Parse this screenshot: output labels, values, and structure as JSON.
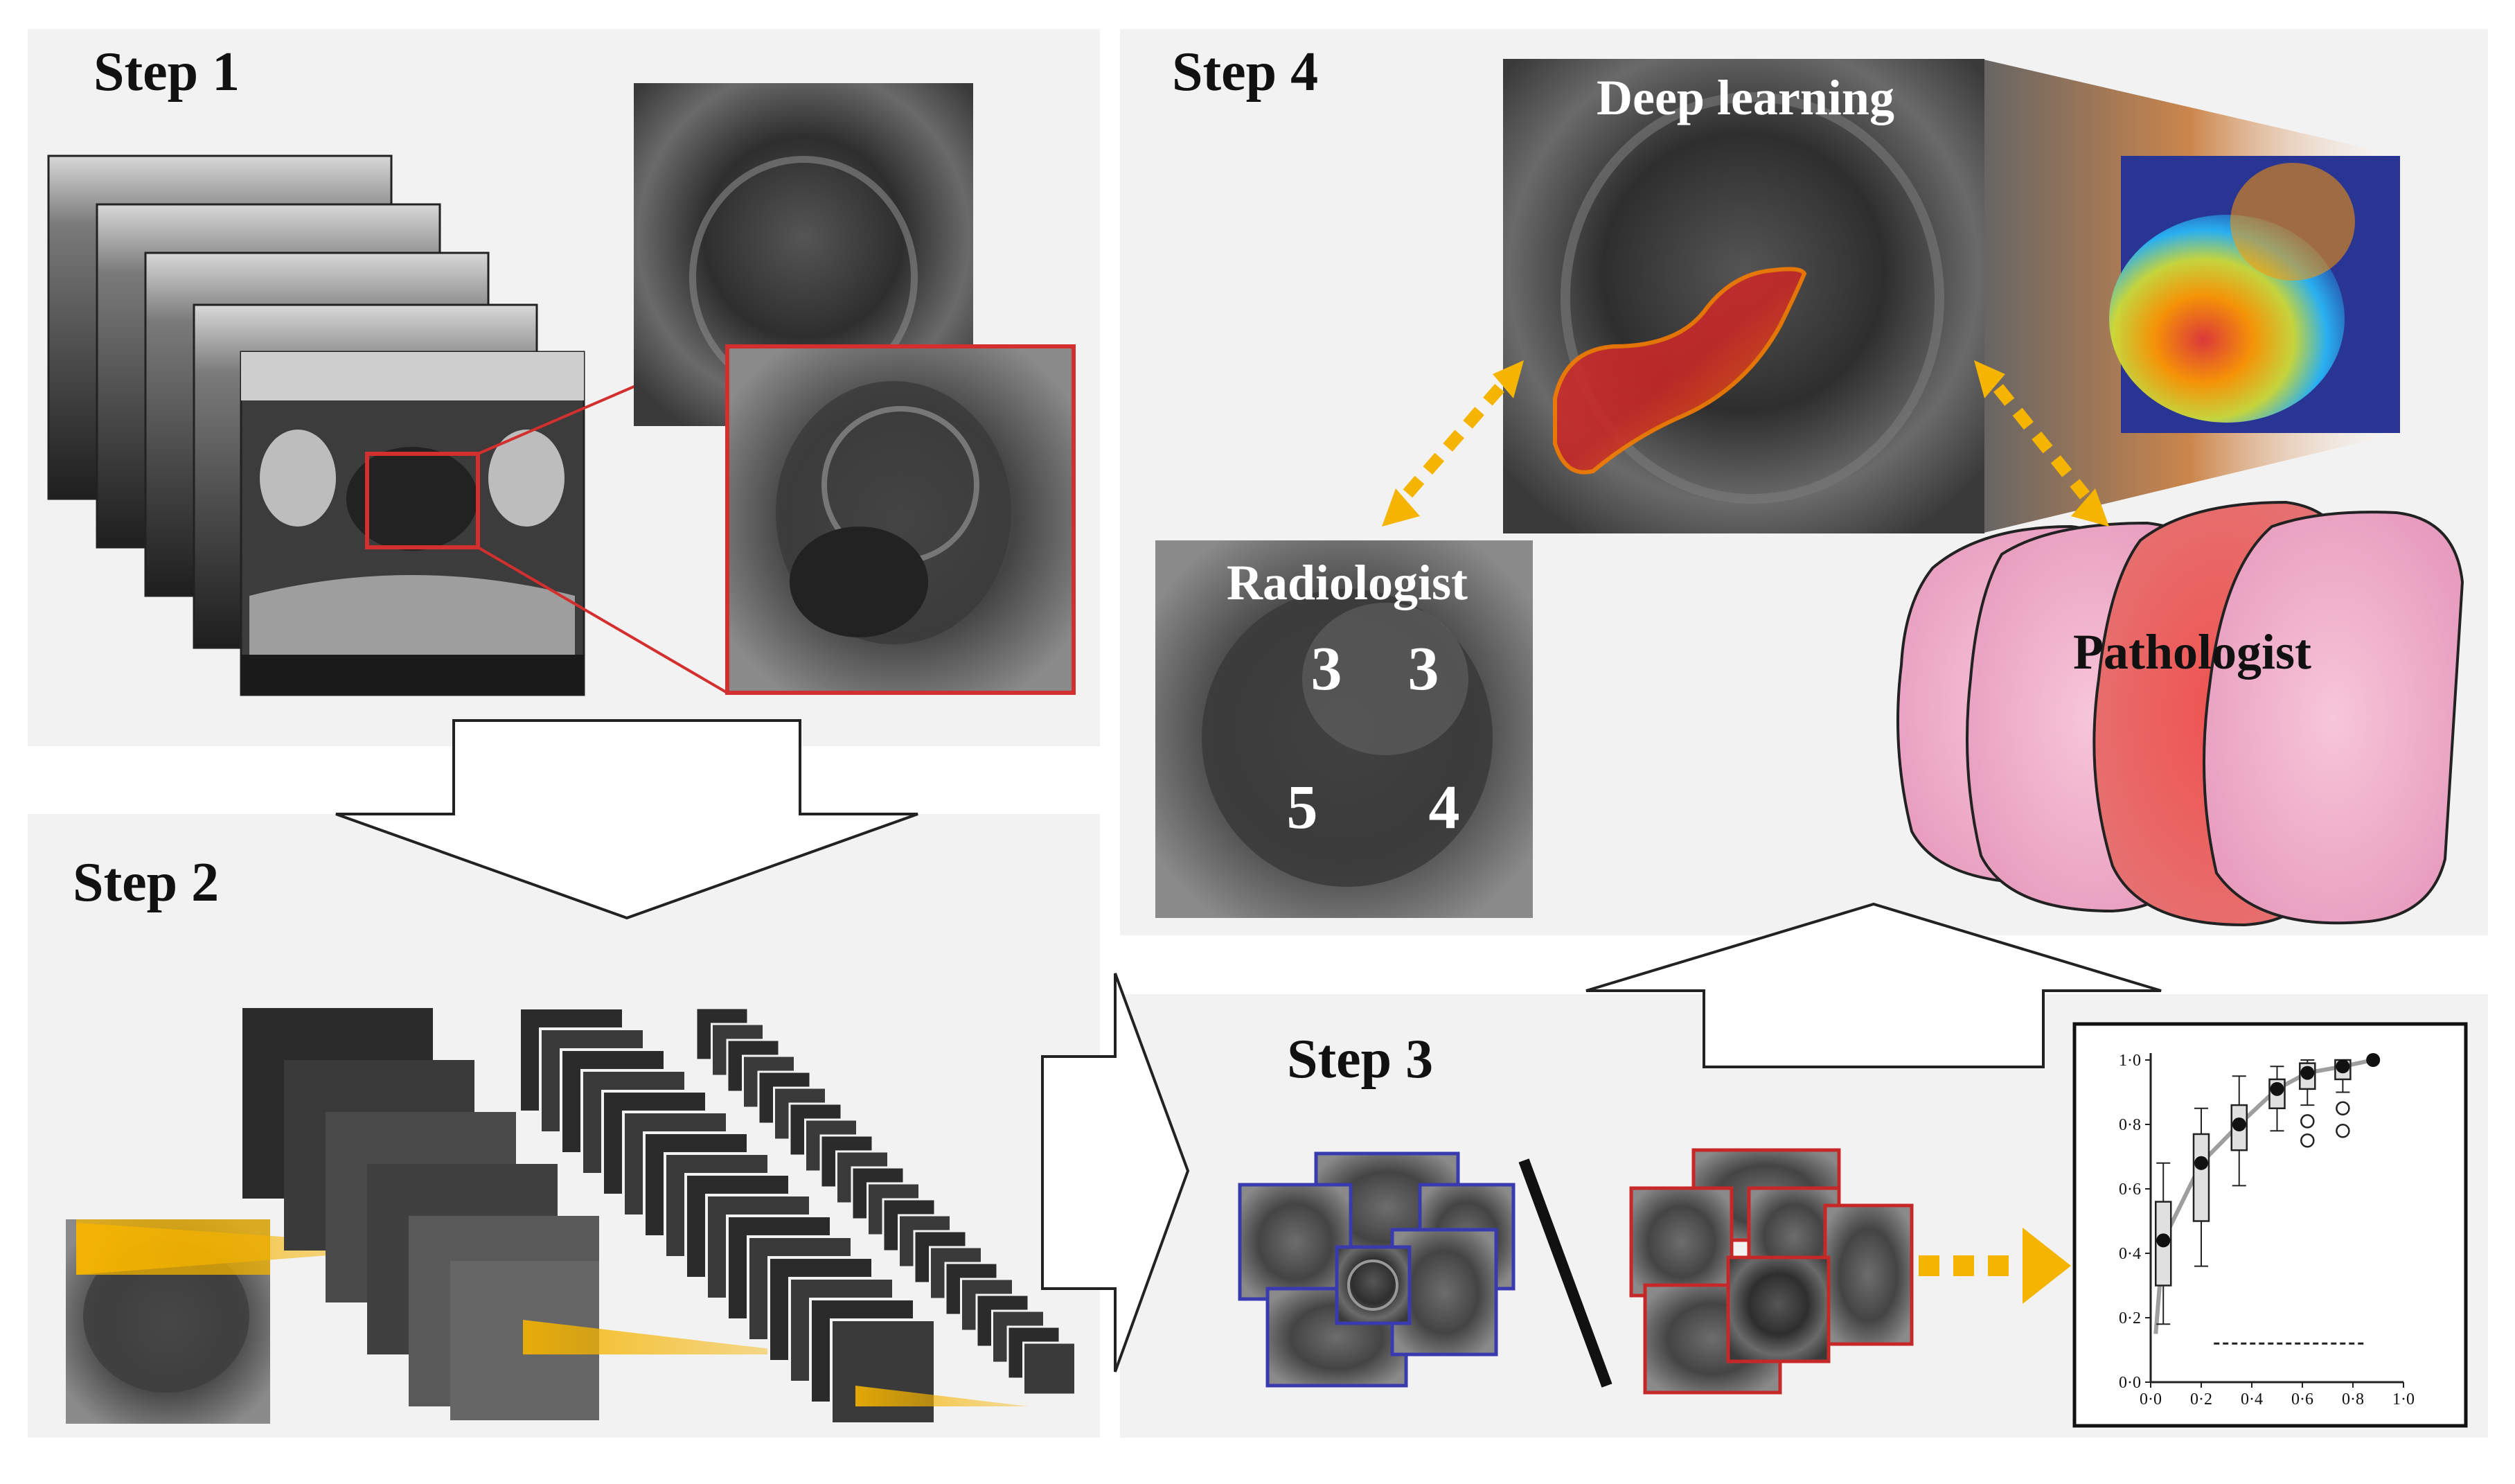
{
  "steps": {
    "step1": "Step 1",
    "step2": "Step 2",
    "step3": "Step 3",
    "step4": "Step 4"
  },
  "roles": {
    "deep_learning": "Deep learning",
    "radiologist": "Radiologist",
    "pathologist": "Pathologist"
  },
  "radiologist_scores": [
    "3",
    "3",
    "5",
    "4"
  ],
  "chart_data": {
    "type": "scatter",
    "x_ticks": [
      "0·0",
      "0·2",
      "0·4",
      "0·6",
      "0·8",
      "1·0"
    ],
    "y_ticks": [
      "0·0",
      "0·2",
      "0·4",
      "0·6",
      "0·8",
      "1·0"
    ],
    "xlim": [
      0,
      1
    ],
    "ylim": [
      0,
      1
    ],
    "points": [
      {
        "x": 0.05,
        "y": 0.44,
        "q1": 0.3,
        "q3": 0.56,
        "lo": 0.18,
        "hi": 0.68
      },
      {
        "x": 0.2,
        "y": 0.68,
        "q1": 0.5,
        "q3": 0.77,
        "lo": 0.36,
        "hi": 0.85
      },
      {
        "x": 0.35,
        "y": 0.8,
        "q1": 0.72,
        "q3": 0.86,
        "lo": 0.61,
        "hi": 0.95
      },
      {
        "x": 0.5,
        "y": 0.91,
        "q1": 0.85,
        "q3": 0.94,
        "lo": 0.78,
        "hi": 0.98
      },
      {
        "x": 0.62,
        "y": 0.96,
        "q1": 0.91,
        "q3": 0.99,
        "lo": 0.86,
        "hi": 1.0
      },
      {
        "x": 0.76,
        "y": 0.98,
        "q1": 0.94,
        "q3": 1.0,
        "lo": 0.9,
        "hi": 1.0
      },
      {
        "x": 0.88,
        "y": 1.0
      }
    ],
    "outliers": [
      {
        "x": 0.62,
        "y": 0.81
      },
      {
        "x": 0.62,
        "y": 0.75
      },
      {
        "x": 0.76,
        "y": 0.85
      },
      {
        "x": 0.76,
        "y": 0.78
      }
    ],
    "reference_y": 0.12,
    "grid": false,
    "legend": "none"
  },
  "colors": {
    "panel_bg": "#f2f2f2",
    "accent_orange": "#f5b400",
    "frame_red": "#c62828",
    "frame_blue": "#3a3ab0",
    "slice_dark": "#2b2b2b"
  }
}
